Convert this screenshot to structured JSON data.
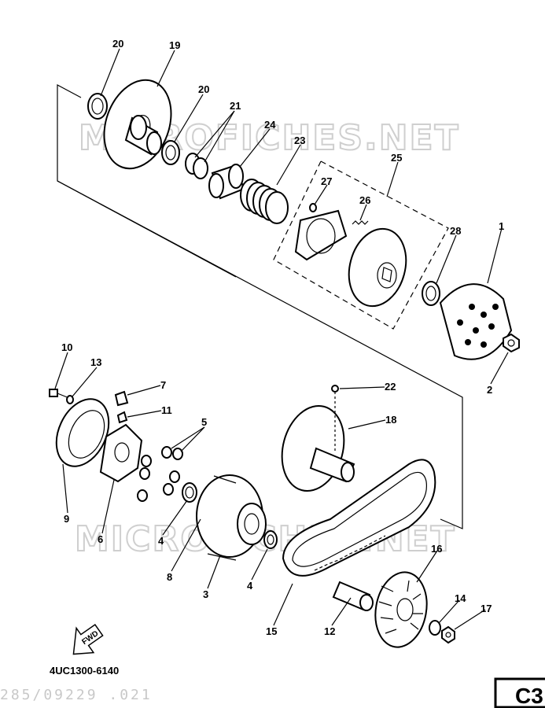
{
  "watermarks": [
    "MICROFICHES.NET",
    "MICROFICHES.NET"
  ],
  "diagram_code": "4UC1300-6140",
  "page_id": "C3",
  "fwd_label": "FWD",
  "scan_stamp": "285/09229 .021",
  "callouts": {
    "c1": "1",
    "c2": "2",
    "c3": "3",
    "c4a": "4",
    "c4b": "4",
    "c5": "5",
    "c6": "6",
    "c7": "7",
    "c8": "8",
    "c9": "9",
    "c10": "10",
    "c11": "11",
    "c12": "12",
    "c13": "13",
    "c14": "14",
    "c15": "15",
    "c16": "16",
    "c17": "17",
    "c18": "18",
    "c19": "19",
    "c20a": "20",
    "c20b": "20",
    "c21": "21",
    "c22": "22",
    "c23": "23",
    "c24": "24",
    "c25": "25",
    "c26": "26",
    "c27": "27",
    "c28": "28"
  }
}
